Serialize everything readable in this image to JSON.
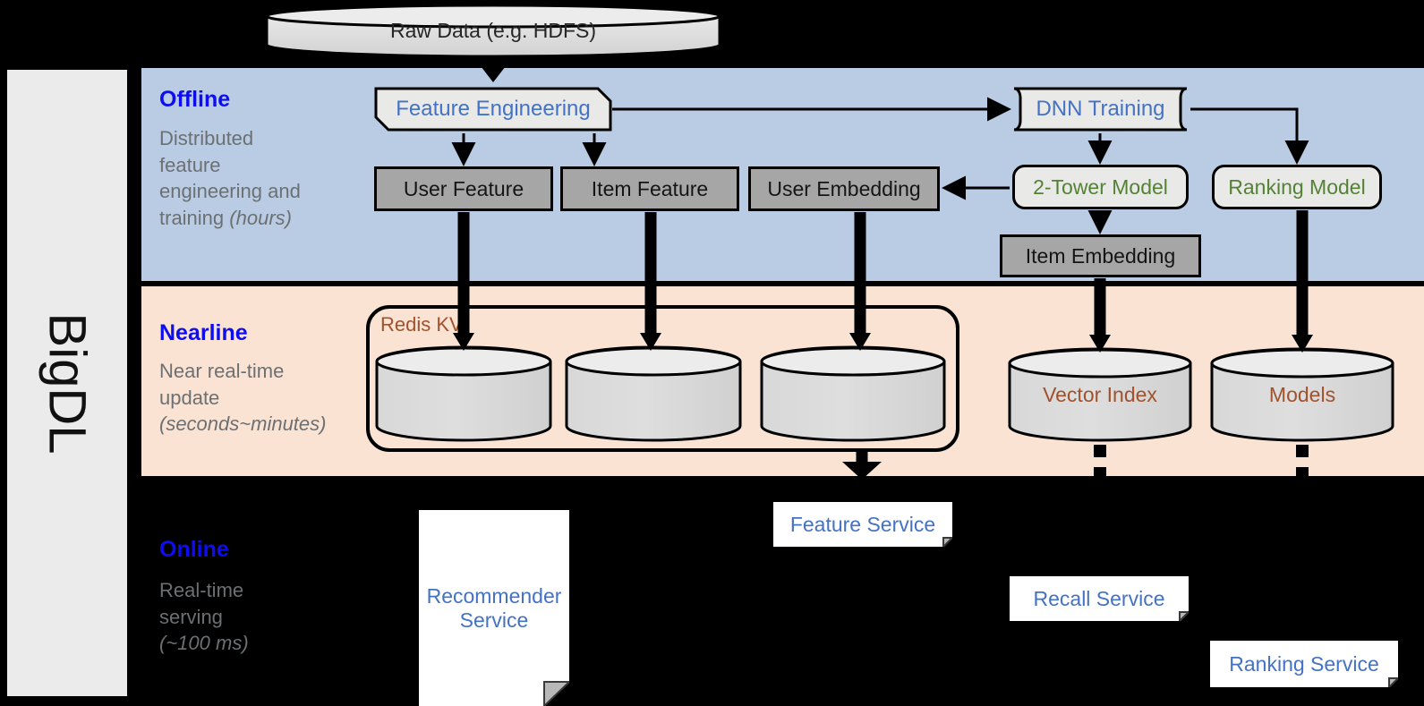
{
  "rail": {
    "label": "BigDL"
  },
  "bands": [
    {
      "key": "offline",
      "title": "Offline",
      "desc": "Distributed feature engineering and ",
      "desc_italic": "(hours)",
      "color": "#b9cce4"
    },
    {
      "key": "nearline",
      "title": "Nearline",
      "desc": "Near real-time update ",
      "desc_italic": "(seconds~minutes)",
      "color": "#fae3d3"
    },
    {
      "key": "online",
      "title": "Online",
      "desc": "Real-time serving ",
      "desc_italic": "(~100 ms)",
      "color": "#000000"
    }
  ],
  "offline_desc_lines": [
    "Distributed",
    "feature",
    "engineering and",
    "training "
  ],
  "offline_desc_italic": "(hours)",
  "nearline_desc_lines": [
    "Near real-time",
    "update"
  ],
  "nearline_desc_italic": "(seconds~minutes)",
  "online_desc_lines": [
    "Real-time",
    "serving"
  ],
  "online_desc_italic": "(~100 ms)",
  "source": {
    "label": "Raw Data (e.g. HDFS)"
  },
  "offline": {
    "feature_engineering": "Feature Engineering",
    "dnn_training": "DNN Training",
    "user_feature": "User Feature",
    "item_feature": "Item Feature",
    "user_embedding": "User Embedding",
    "two_tower_model": "2-Tower Model",
    "ranking_model": "Ranking Model",
    "item_embedding": "Item Embedding"
  },
  "nearline": {
    "redis_kv": "Redis KV",
    "stores": [
      "",
      "",
      ""
    ],
    "vector_index": "Vector Index",
    "models": "Models"
  },
  "online": {
    "recommender_service": "Recommender Service",
    "feature_service": "Feature Service",
    "recall_service": "Recall Service",
    "ranking_service": "Ranking Service"
  },
  "colors": {
    "offline_band": "#b9cce4",
    "nearline_band": "#fae3d3",
    "online_band": "#000000",
    "band_title": "#0d0df0",
    "band_desc": "#6c7073",
    "blue_text": "#4472c4",
    "green_text": "#548235",
    "brown_text": "#a0522d",
    "gray_box": "#a6a6a6",
    "light_box": "#e9e9e7",
    "rail": "#ebebeb"
  }
}
